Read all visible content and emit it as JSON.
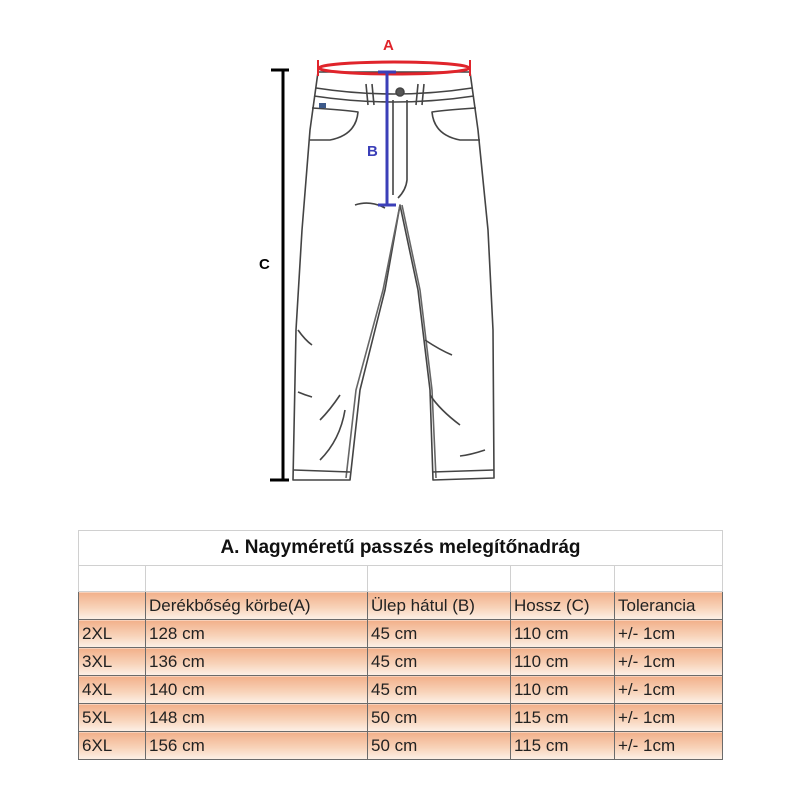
{
  "diagram": {
    "labels": {
      "a": "A",
      "b": "B",
      "c": "C"
    },
    "colors": {
      "a": "#e0242b",
      "b": "#3b3fb8",
      "c": "#000000"
    }
  },
  "table": {
    "title": "A. Nagyméretű passzés melegítőnadrág",
    "headers": [
      "",
      "Derékbőség körbe(A)",
      "Ülep hátul (B)",
      "Hossz (C)",
      "Tolerancia"
    ],
    "rows": [
      [
        "2XL",
        "128 cm",
        "45 cm",
        "110 cm",
        "+/- 1cm"
      ],
      [
        "3XL",
        "136 cm",
        "45 cm",
        "110 cm",
        "+/- 1cm"
      ],
      [
        "4XL",
        "140 cm",
        "45 cm",
        "110 cm",
        "+/- 1cm"
      ],
      [
        "5XL",
        "148 cm",
        "50 cm",
        "115 cm",
        "+/- 1cm"
      ],
      [
        "6XL",
        "156 cm",
        "50 cm",
        "115 cm",
        "+/- 1cm"
      ]
    ]
  }
}
